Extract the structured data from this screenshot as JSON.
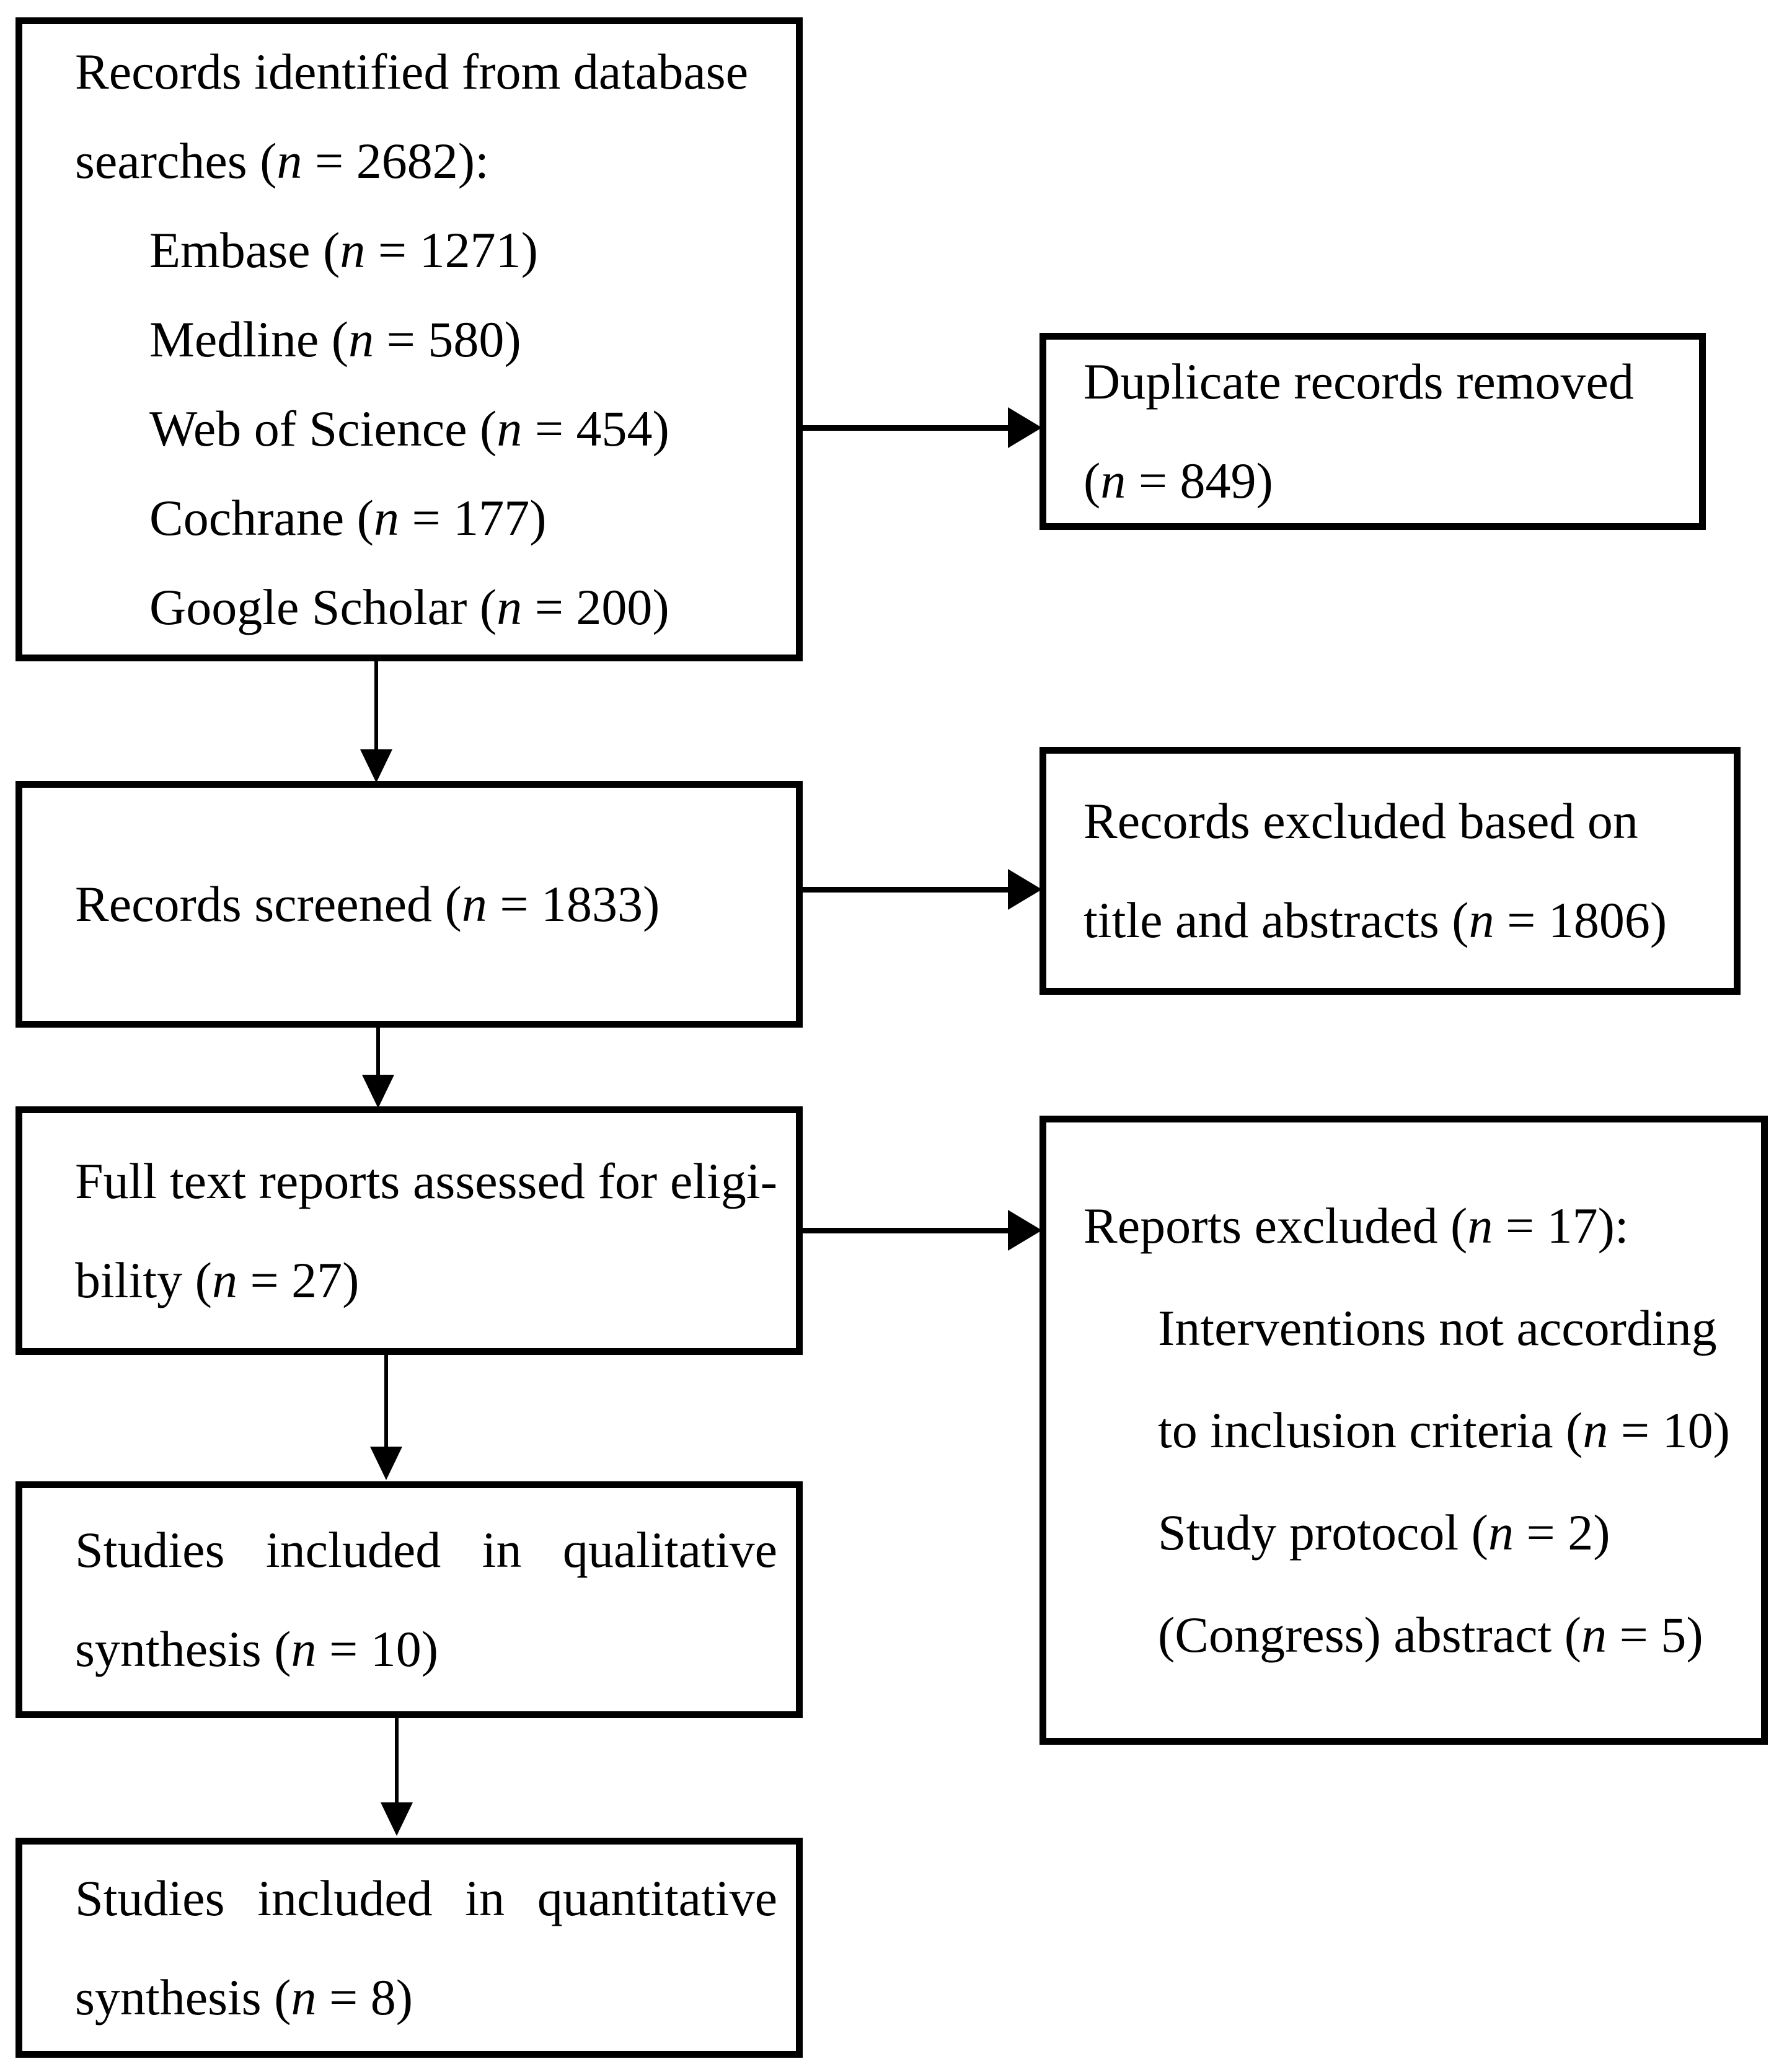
{
  "diagram": {
    "identification": {
      "lines": [
        "Records identified from database",
        "searches (n = 2682):",
        "Embase (n = 1271)",
        "Medline (n = 580)",
        "Web of Science (n = 454)",
        "Cochrane (n = 177)",
        "Google Scholar (n = 200)"
      ]
    },
    "duplicates_removed": {
      "lines": [
        "Duplicate records removed",
        "(n = 849)"
      ]
    },
    "screening": {
      "lines": [
        "Records screened (n = 1833)"
      ]
    },
    "title_abstract_excluded": {
      "lines": [
        "Records excluded based on",
        "title and abstracts (n = 1806)"
      ]
    },
    "full_text": {
      "lines": [
        "Full text reports assessed for eligi-",
        "bility (n = 27)"
      ]
    },
    "reports_excluded": {
      "lines": [
        "Reports excluded (n = 17):",
        "Interventions not according",
        "to inclusion criteria (n = 10)",
        "Study protocol (n = 2)",
        "(Congress) abstract (n = 5)"
      ]
    },
    "qualitative": {
      "lines": [
        "Studies included in qualitative",
        "synthesis (n = 10)"
      ]
    },
    "quantitative": {
      "lines": [
        "Studies included in quantitative",
        "synthesis (n = 8)"
      ]
    },
    "colors": {
      "ink": "#000000",
      "background": "#ffffff"
    }
  }
}
